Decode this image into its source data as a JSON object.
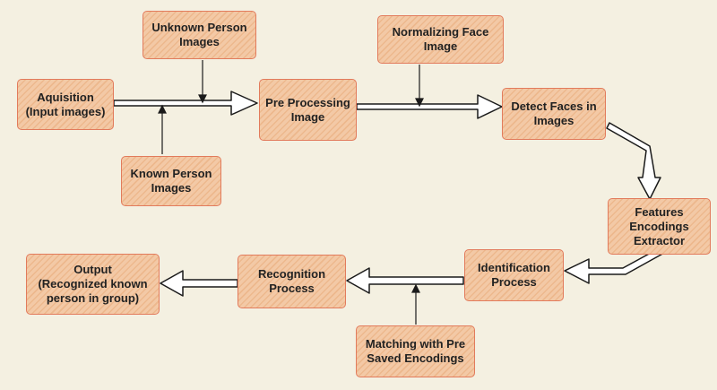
{
  "diagram": {
    "nodes": {
      "acquisition": "Aquisition\n(Input images)",
      "unknown_person": "Unknown Person\nImages",
      "known_person": "Known Person\nImages",
      "pre_processing": "Pre Processing\nImage",
      "normalizing_face": "Normalizing Face\nImage",
      "detect_faces": "Detect Faces in\nImages",
      "features_extractor": "Features\nEncodings\nExtractor",
      "identification": "Identification\nProcess",
      "matching": "Matching with Pre\nSaved Encodings",
      "recognition": "Recognition\nProcess",
      "output": "Output\n(Recognized known\nperson in group)"
    },
    "colors": {
      "background": "#f4f0e1",
      "node_fill": "#f3c9a6",
      "node_border": "#e27b5c",
      "arrow": "#1a1a1a"
    }
  }
}
